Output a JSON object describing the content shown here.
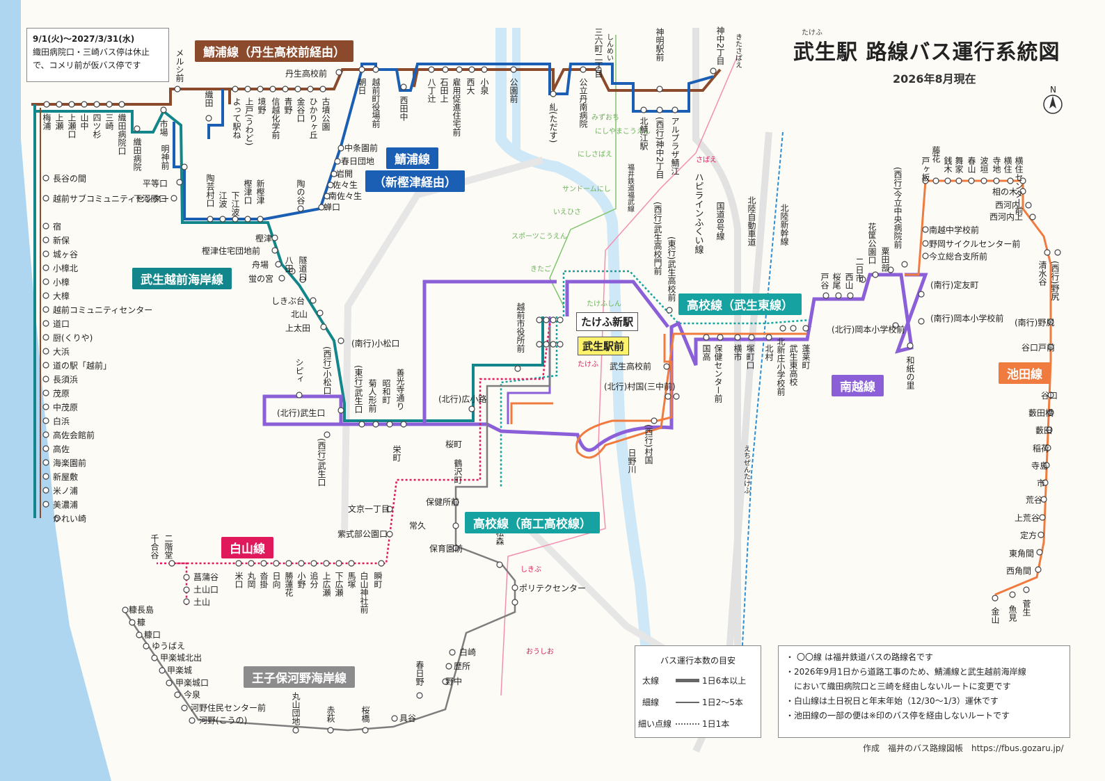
{
  "title": "武生駅 路線バス運行系統図",
  "title_ruby": "たけふ",
  "as_of": "2026年8月現在",
  "compass": "N",
  "notice": {
    "line1": "9/1(火)～2027/3/31(水)",
    "line2": "織田病院口・三崎バス停は休止",
    "line3": "で、コメリ前が仮バス停です"
  },
  "routes": {
    "sabae_nyu": "鯖浦線（丹生高校前経由）",
    "sabae": "鯖浦線",
    "sabae_shinkashiwazu": "（新樫津経由）",
    "takefu_echizen_kaigan": "武生越前海岸線",
    "koko_takefu_higashi": "高校線（武生東線）",
    "koko_shoko": "高校線（商工高校線）",
    "nanetsu": "南越線",
    "ikeda": "池田線",
    "hakusan": "白山線",
    "oji_kawano": "王子保河野海岸線"
  },
  "colors": {
    "sabae_nyu": "#8b4a2b",
    "sabae": "#1a5fb4",
    "kaigan": "#12868a",
    "koko": "#16a2a0",
    "nanetsu": "#8a5fd8",
    "ikeda": "#f07b3f",
    "hakusan": "#e0195c",
    "oji": "#7d7d7d"
  },
  "stations": {
    "takefu_shin": "たけふ新駅",
    "takefu_eki": "武生駅前"
  },
  "rail_labels": {
    "fukui_tetsudo": "福井鉄道福武線",
    "hapiline": "ハピラインふくい線",
    "hokuriku_shinkansen": "北陸新幹線",
    "kokudo8": "国道8号線",
    "hokuriku_jidosha": "北陸自動車道",
    "hino_river": "日野川",
    "shinmei": "しんめい",
    "mizuochi": "みずおち",
    "nishiyama_koen": "にしやまこうえん",
    "nishisabae": "にしさばえ",
    "sandome": "サンドームにし",
    "ieisa": "いえひさ",
    "sports": "スポーツこうえん",
    "kitago": "きたご",
    "takefushin_rail": "たけふしん",
    "takefu_jr": "たけふ",
    "kitasabae": "きたさばえ",
    "sabae_jr": "さばえ",
    "shikibu": "しきぶ",
    "oushio": "おうしお",
    "echizen_takefu": "えちぜんたけふ"
  },
  "stops_west_coast": [
    "梅浦",
    "上瀬",
    "上瀬口",
    "山中",
    "四ツ杉",
    "三崎",
    "織田病院口",
    "長谷の間",
    "越前サブコミュニティセンター",
    "宿",
    "新保",
    "城ヶ谷",
    "小樟北",
    "小樟",
    "大樟",
    "越前コミュニティセンター",
    "道口",
    "厨(くりや)",
    "大浜",
    "道の駅「越前」",
    "長須浜",
    "茂原",
    "中茂原",
    "白浜",
    "高佐会館前",
    "高佐",
    "海楽園前",
    "新屋敷",
    "米ノ浦",
    "美濃浦",
    "かれい崎"
  ],
  "stops_sabae_top": [
    "メルシ前",
    "織田",
    "丹生高校前",
    "古墳公園",
    "ひかりヶ丘",
    "金谷口",
    "青野",
    "信越化学前",
    "境野",
    "上戸(うわど)",
    "よって駅ね",
    "朝日",
    "越前町役場前",
    "西田中",
    "八丁辻",
    "石田上",
    "雇用促進住宅前",
    "西大",
    "小泉",
    "公園前",
    "糺(ただす)",
    "公立丹南病院",
    "三六町二丁目",
    "神明駅前",
    "神中2丁目",
    "北鯖江駅",
    "(西行)神中2丁目",
    "アルプラザ鯖江",
    "(西行)神中2丁目"
  ],
  "stops_mid": [
    "市場",
    "織田病院",
    "明神前",
    "平等口",
    "下河原口",
    "陶芸村口",
    "江波",
    "下江波",
    "樫津口",
    "新樫津",
    "陶の谷",
    "中条園前",
    "春日団地",
    "岩開",
    "佐々生",
    "南佐々生",
    "蝉口",
    "樫津",
    "樫津住宅団地前",
    "舟場",
    "蛍の宮",
    "隧道口",
    "八田",
    "しきぶ台",
    "北山",
    "上太田",
    "(西行)小松口",
    "(南行)小松口",
    "シピィ",
    "(北行)武生口",
    "(西行)武生口",
    "(東行)武生口",
    "菊人形前",
    "昭和町",
    "善光寺通り",
    "(北行)広小路",
    "越前市役所前",
    "武生高校前",
    "(北行)村国(三中前)",
    "(西行)村国",
    "(西行)武生高校門前",
    "(東行)武生高校前",
    "国高",
    "保健センター前",
    "横市",
    "塚町口",
    "北村",
    "北新庄小学校前",
    "武生東高校",
    "蓬莱町",
    "桜町",
    "鶴沢町",
    "栄町",
    "保健所前",
    "常久",
    "保育園前",
    "文京一丁目",
    "紫式部公園口",
    "瞬町",
    "松森",
    "ポリテクセンター"
  ],
  "stops_nanetsu": [
    "戸谷",
    "桜尾",
    "西山",
    "二日市",
    "花筐公園口",
    "粟田部",
    "(西行)今立中央病院前",
    "(北行)岡本小学校前",
    "(南行)定友町",
    "(南行)岡本小学校前",
    "和紙の里"
  ],
  "stops_ikeda": [
    "戸ヶ板",
    "藤花",
    "銭木",
    "舞家",
    "春山",
    "波垣",
    "寺地",
    "横住",
    "横住センター前",
    "相の木",
    "西河内",
    "西河内上",
    "南越中学校前",
    "野岡サイクルセンター前",
    "今立総合支所前",
    "清水谷",
    "(西行)野尻",
    "(南行)野尻",
    "谷口戸前",
    "谷口",
    "藪田橋",
    "藪田",
    "稲荷",
    "寺島",
    "市",
    "荒谷",
    "上荒谷",
    "定方",
    "東角間",
    "西角間",
    "菅生",
    "魚見",
    "金山"
  ],
  "stops_hakusan": [
    "千合谷",
    "二階堂",
    "菖蒲谷",
    "土山口",
    "土山",
    "米口",
    "丸岡",
    "沓掛",
    "日向",
    "勝蓮花",
    "小野",
    "追分",
    "上広瀬",
    "下広瀬",
    "馬塚",
    "白山神社前"
  ],
  "stops_oji": [
    "糠長島",
    "糠",
    "糠口",
    "ゆうばえ",
    "甲楽城北出",
    "甲楽城",
    "甲楽城口",
    "今泉",
    "河野住民センター前",
    "河野(こうの)",
    "丸山団地",
    "赤萩",
    "桜橋",
    "具谷",
    "野中",
    "歴所",
    "白崎",
    "春日野"
  ],
  "legend": {
    "title": "バス運行本数の目安",
    "rows": [
      {
        "label": "太線",
        "value": "1日6本以上"
      },
      {
        "label": "細線",
        "value": "1日2～5本"
      },
      {
        "label": "細い点線",
        "value": "1日1本"
      }
    ]
  },
  "notes": {
    "n1_box": "〇〇線",
    "n1": "は福井鉄道バスの路線名です",
    "n2a": "・2026年9月1日から道路工事のため、鯖浦線と武生越前海岸線",
    "n2b": "において織田病院口と三崎を経由しないルートに変更です",
    "n3": "・白山線は土日祝日と年末年始（12/30～1/3）運休です",
    "n4": "・池田線の一部の便は※印のバス停を経由しないルートです"
  },
  "credit": "作成　福井のバス路線図帳　https://fbus.gozaru.jp/"
}
